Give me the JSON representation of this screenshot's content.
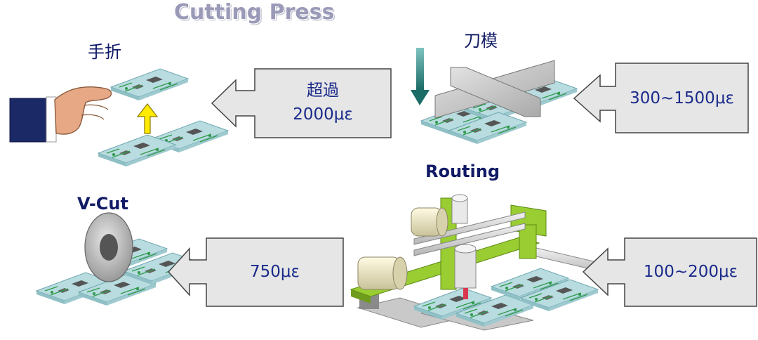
{
  "title": "Cutting Press",
  "sections": {
    "hand_break": "手折",
    "die": "刀模",
    "routing": "Routing",
    "vcut": "V-Cut"
  },
  "callouts": {
    "hand_break_line1": "超過",
    "hand_break_line2": "2000με",
    "die": "300~1500με",
    "vcut": "750με",
    "routing": "100~200με"
  },
  "colors": {
    "title": "#9a9ab8",
    "label": "#111a66",
    "value_text": "#1a2a8a",
    "callout_fill": "#e6e6e6",
    "pcb_board": "#b5dbe0",
    "router_frame": "#9acd32"
  }
}
